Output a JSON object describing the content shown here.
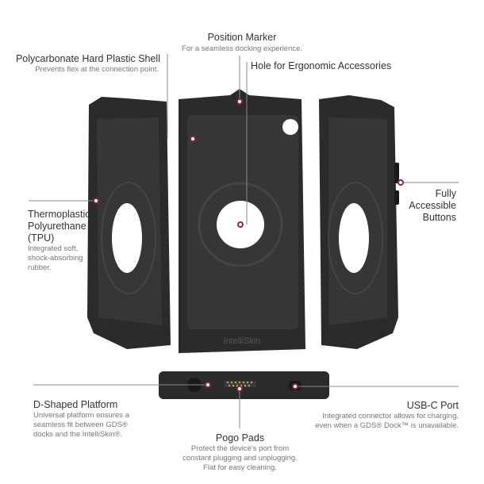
{
  "callouts": {
    "position_marker": {
      "title": "Position Marker",
      "desc": "For a seamless docking experience."
    },
    "shell": {
      "title": "Polycarbonate Hard Plastic Shell",
      "desc": "Prevents flex at the connection point."
    },
    "hole": {
      "title": "Hole for Ergonomic Accessories"
    },
    "tpu": {
      "title_1": "Thermoplastic",
      "title_2": "Polyurethane",
      "title_3": "(TPU)",
      "desc_1": "Integrated soft,",
      "desc_2": "shock-absorbing",
      "desc_3": "rubber."
    },
    "buttons": {
      "title_1": "Fully",
      "title_2": "Accessible",
      "title_3": "Buttons"
    },
    "d_platform": {
      "title": "D-Shaped Platform",
      "desc_1": "Universal platform ensures a",
      "desc_2": "seamless fit between GDS®",
      "desc_3": "docks and the IntelliSkin®."
    },
    "pogo": {
      "title": "Pogo Pads",
      "desc_1": "Protect the device's port from",
      "desc_2": "constant plugging and unplugging.",
      "desc_3": "Flat for easy cleaning."
    },
    "usbc": {
      "title": "USB-C Port",
      "desc_1": "Integrated connector allows for charging,",
      "desc_2": "even when a GDS® Dock™ is unavailable."
    }
  },
  "product": {
    "logo_text": "IntelliSkin"
  },
  "colors": {
    "case": "#2b2b2b",
    "case_inner": "#3a3a3a",
    "marker": "#8a2a3a",
    "line": "#888888"
  }
}
